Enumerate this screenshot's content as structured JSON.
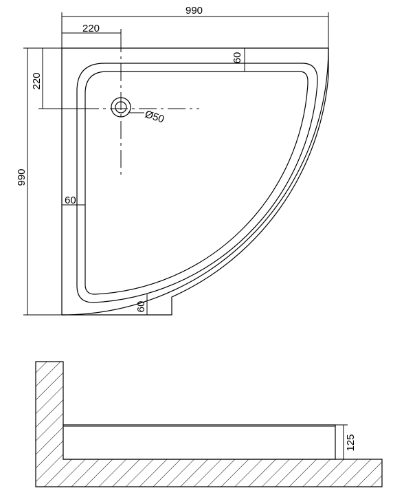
{
  "plan_view": {
    "overall_width_label": "990",
    "overall_depth_label": "990",
    "drain_offset_x_label": "220",
    "drain_offset_y_label": "220",
    "drain_diameter_label": "Ø50",
    "rim_top_label": "60",
    "rim_left_label": "60",
    "rim_bottom_label": "60"
  },
  "section_view": {
    "height_label": "125"
  }
}
